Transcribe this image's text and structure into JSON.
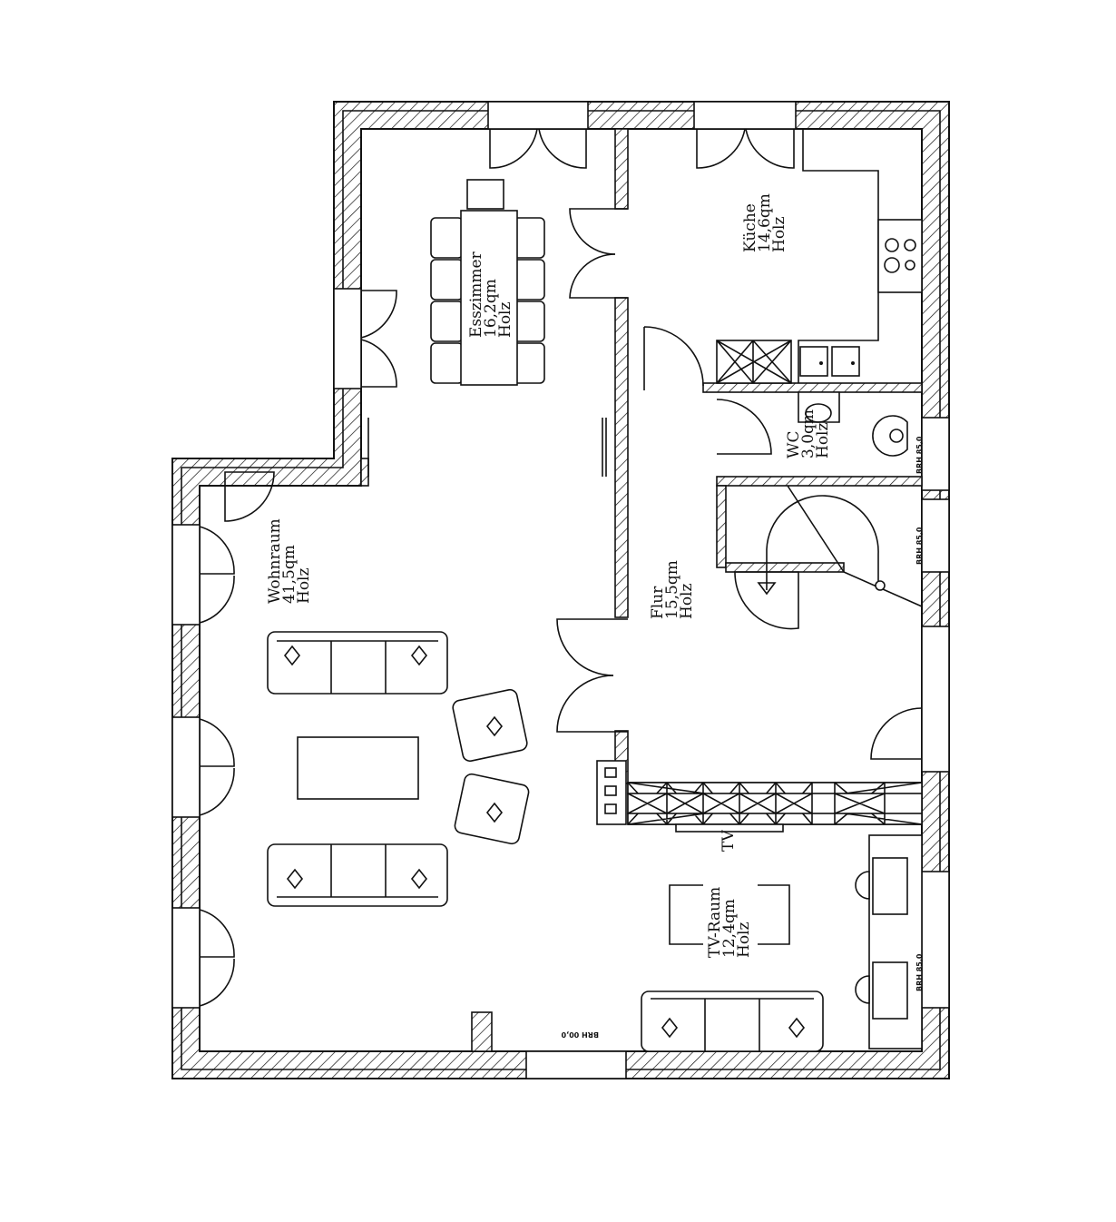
{
  "rooms": {
    "esszimmer": {
      "name": "Esszimmer",
      "area": "16,2qm",
      "floor": "Holz"
    },
    "kueche": {
      "name": "Küche",
      "area": "14,6qm",
      "floor": "Holz"
    },
    "wc": {
      "name": "WC",
      "area": "3,0qm",
      "floor": "Holz"
    },
    "wohnraum": {
      "name": "Wohnraum",
      "area": "41,5qm",
      "floor": "Holz"
    },
    "flur": {
      "name": "Flur",
      "area": "15,5qm",
      "floor": "Holz"
    },
    "tv_raum": {
      "name": "TV-Raum",
      "area": "12,4qm",
      "floor": "Holz"
    }
  },
  "tv_label": "TV",
  "sill_labels": [
    "BRH 85,0",
    "BRH 85,0",
    "BRH 85,0",
    "BRH 00,0"
  ]
}
